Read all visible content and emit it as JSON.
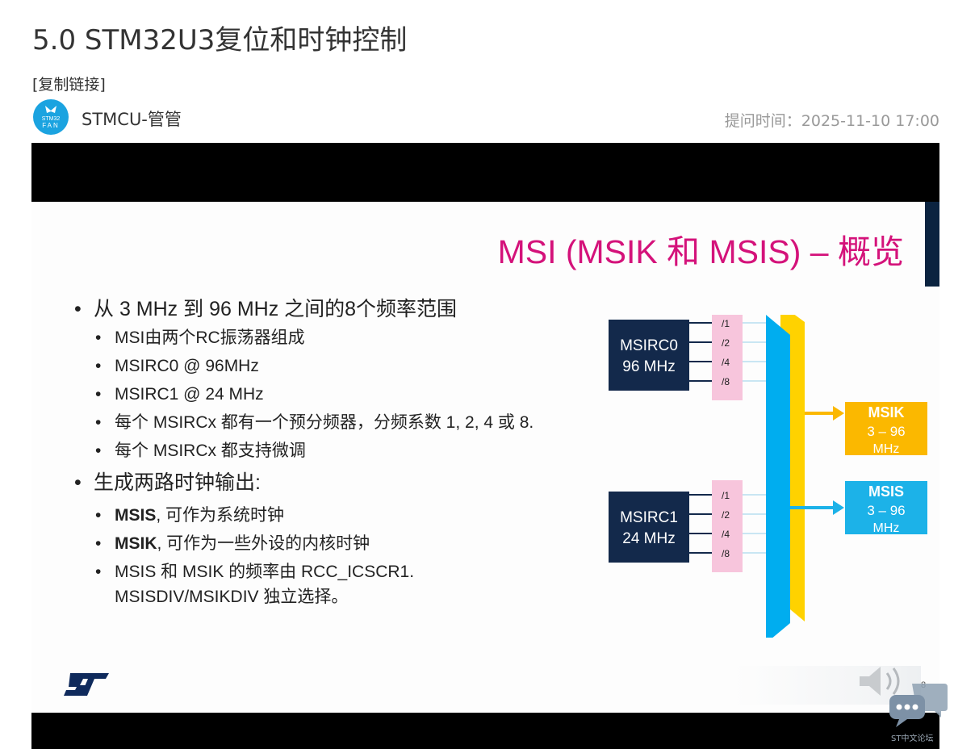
{
  "post": {
    "title": "5.0 STM32U3复位和时钟控制",
    "copy_link": "[复制链接]",
    "author": "STMCU-管管",
    "time": "提问时间：2025-11-10 17:00",
    "avatar_text": [
      "STM32",
      "FAN"
    ]
  },
  "slide": {
    "title": "MSI (MSIK 和 MSIS) – 概览",
    "bullets": [
      {
        "level": 1,
        "text": "从 3 MHz 到 96 MHz 之间的8个频率范围"
      },
      {
        "level": 2,
        "text": "MSI由两个RC振荡器组成"
      },
      {
        "level": 2,
        "text": "MSIRC0 @ 96MHz"
      },
      {
        "level": 2,
        "text": "MSIRC1 @ 24 MHz"
      },
      {
        "level": 2,
        "text": "每个 MSIRCx 都有一个预分频器，分频系数 1, 2, 4 或 8."
      },
      {
        "level": 2,
        "text": "每个 MSIRCx 都支持微调"
      },
      {
        "level": 1,
        "text": "生成两路时钟输出:"
      },
      {
        "level": 2,
        "bold": "MSIS",
        "text": ", 可作为系统时钟"
      },
      {
        "level": 2,
        "bold": "MSIK",
        "text": ", 可作为一些外设的内核时钟"
      },
      {
        "level": 2,
        "text": "MSIS 和 MSIK 的频率由 RCC_ICSCR1."
      },
      {
        "level": 2,
        "text": "MSISDIV/MSIKDIV 独立选择。"
      }
    ],
    "diagram": {
      "msirc0": {
        "name": "MSIRC0",
        "freq": "96 MHz"
      },
      "msirc1": {
        "name": "MSIRC1",
        "freq": "24 MHz"
      },
      "dividers": [
        "/1",
        "/2",
        "/4",
        "/8"
      ],
      "msik": {
        "name": "MSIK",
        "range": "3 – 96",
        "unit": "MHz"
      },
      "msis": {
        "name": "MSIS",
        "range": "3 – 96",
        "unit": "MHz"
      },
      "colors": {
        "osc": "#13294b",
        "divider": "#f7c5dc",
        "blue_mux": "#00adef",
        "yellow_mux": "#ffd200",
        "msik": "#fbb800",
        "msis": "#1cb2e8"
      }
    },
    "page_number": "8",
    "logo": "ST",
    "accent_color": "#d4127a"
  },
  "chat_widget": {
    "label": "ST中文论坛"
  }
}
